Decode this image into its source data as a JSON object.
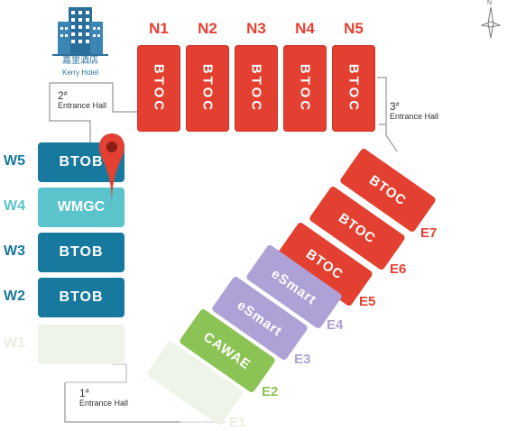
{
  "hotel": {
    "name_cn": "嘉里酒店",
    "name_en": "Kerry Hotel"
  },
  "compass": {
    "north_label": "N"
  },
  "north_halls": [
    {
      "id": "N1",
      "label": "BTOC"
    },
    {
      "id": "N2",
      "label": "BTOC"
    },
    {
      "id": "N3",
      "label": "BTOC"
    },
    {
      "id": "N4",
      "label": "BTOC"
    },
    {
      "id": "N5",
      "label": "BTOC"
    }
  ],
  "west_halls": [
    {
      "id": "W5",
      "label": "BTOB"
    },
    {
      "id": "W4",
      "label": "WMGC"
    },
    {
      "id": "W3",
      "label": "BTOB"
    },
    {
      "id": "W2",
      "label": "BTOB"
    },
    {
      "id": "W1",
      "label": ""
    }
  ],
  "east_halls": [
    {
      "id": "E7",
      "label": "BTOC"
    },
    {
      "id": "E6",
      "label": "BTOC"
    },
    {
      "id": "E5",
      "label": "BTOC"
    },
    {
      "id": "E4",
      "label": "eSmart"
    },
    {
      "id": "E3",
      "label": "eSmart"
    },
    {
      "id": "E2",
      "label": "CAWAE"
    },
    {
      "id": "E1",
      "label": ""
    }
  ],
  "entrances": [
    {
      "num": "1",
      "sup": "#",
      "label": "Entrance Hall"
    },
    {
      "num": "2",
      "sup": "#",
      "label": "Entrance Hall"
    },
    {
      "num": "3",
      "sup": "#",
      "label": "Entrance Hall"
    }
  ],
  "colors": {
    "btoc": "#e44031",
    "btob": "#17799e",
    "wmgc": "#5ac3cc",
    "esmart": "#aea1d6",
    "cawae": "#8cc355",
    "empty": "#eef4e7"
  },
  "marker": {
    "icon": "location-pin-icon",
    "hall": "W5"
  }
}
